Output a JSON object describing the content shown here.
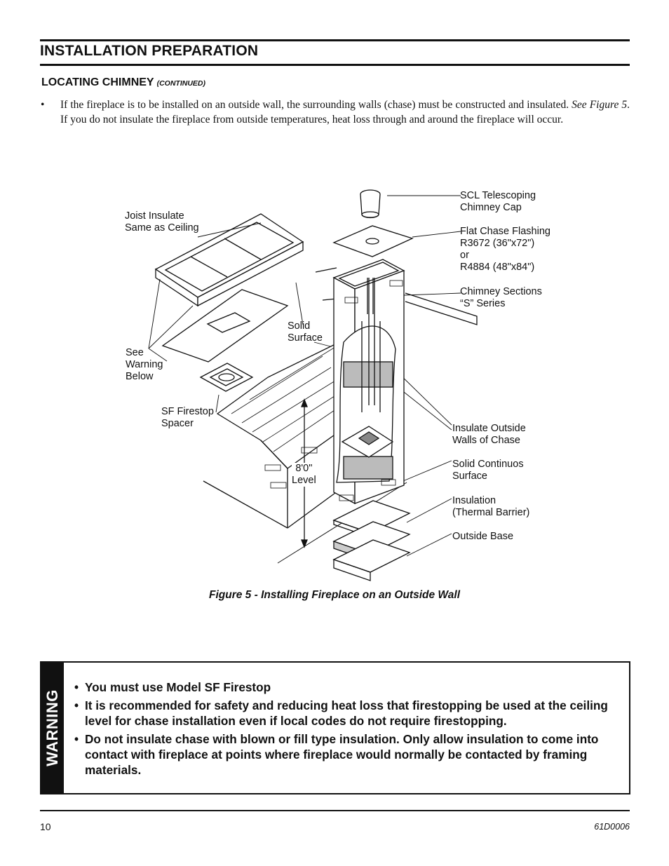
{
  "header": {
    "section_title": "INSTALLATION PREPARATION",
    "sub_title": "LOCATING CHIMNEY",
    "sub_title_note": "(CONTINUED)"
  },
  "body": {
    "bullet": "•",
    "para_part1": "If the fireplace is to be installed on an outside wall, the surrounding walls (chase) must be constructed and insulated. ",
    "para_ref": "See Figure 5",
    "para_part2": ". If you do not insulate the fireplace from outside temperatures, heat loss through and around the fireplace will occur."
  },
  "figure": {
    "labels": {
      "joist": "Joist Insulate\nSame as Ceiling",
      "cap": "SCL Telescoping\nChimney Cap",
      "flashing": "Flat Chase Flashing\nR3672 (36\"x72\")\nor\nR4884 (48\"x84\")",
      "sections": "Chimney Sections\n“S” Series",
      "solid_surface": "Solid\nSurface",
      "see_warning": "See\nWarning\nBelow",
      "firestop": "SF Firestop\nSpacer",
      "insulate_walls": "Insulate Outside\nWalls of Chase",
      "solid_cont": "Solid Continuos\nSurface",
      "insulation": "Insulation\n(Thermal Barrier)",
      "outside_base": "Outside Base",
      "level": "8'0\"\nLevel"
    },
    "caption": "Figure 5 - Installing Fireplace on an Outside Wall"
  },
  "warning": {
    "tab": "WARNING",
    "items": [
      "You must use Model SF Firestop",
      "It is recommended for safety and reducing heat loss that firestopping be used at the ceiling level for chase installation even if local codes do not require firestopping.",
      "Do not insulate chase with blown or fill type insulation. Only allow insulation to come into contact with fireplace at points where fireplace would normally be contacted by framing materials."
    ]
  },
  "footer": {
    "page_number": "10",
    "doc_number": "61D0006"
  }
}
